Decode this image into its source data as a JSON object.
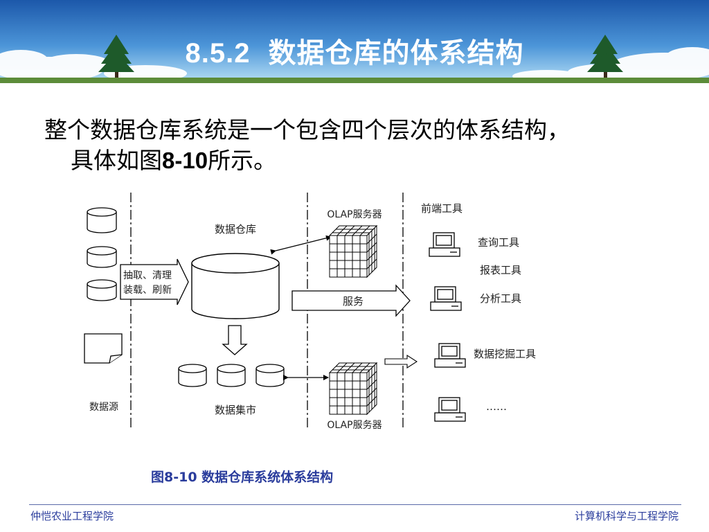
{
  "header": {
    "number": "8.5.2",
    "title": "数据仓库的体系结构",
    "bg_top": "#1f5fb0",
    "bg_bottom": "#9fd0f0"
  },
  "body": {
    "line1": "整个数据仓库系统是一个包含四个层次的体系结构，",
    "line2_before": "具体如图",
    "line2_bold": "8-10",
    "line2_after": "所示。"
  },
  "diagram": {
    "data_source": "数据源",
    "etl_line1": "抽取、清理",
    "etl_line2": "装载、刷新",
    "warehouse": "数据仓库",
    "data_mart": "数据集市",
    "olap_top": "OLAP服务器",
    "olap_bottom": "OLAP服务器",
    "service": "服务",
    "frontend": "前端工具",
    "query_tool": "查询工具",
    "report_tool": "报表工具",
    "analysis_tool": "分析工具",
    "mining_tool": "数据挖掘工具",
    "more": "……"
  },
  "caption": "图8-10 数据仓库系统体系结构",
  "footer": {
    "left": "仲恺农业工程学院",
    "right": "计算机科学与工程学院"
  }
}
